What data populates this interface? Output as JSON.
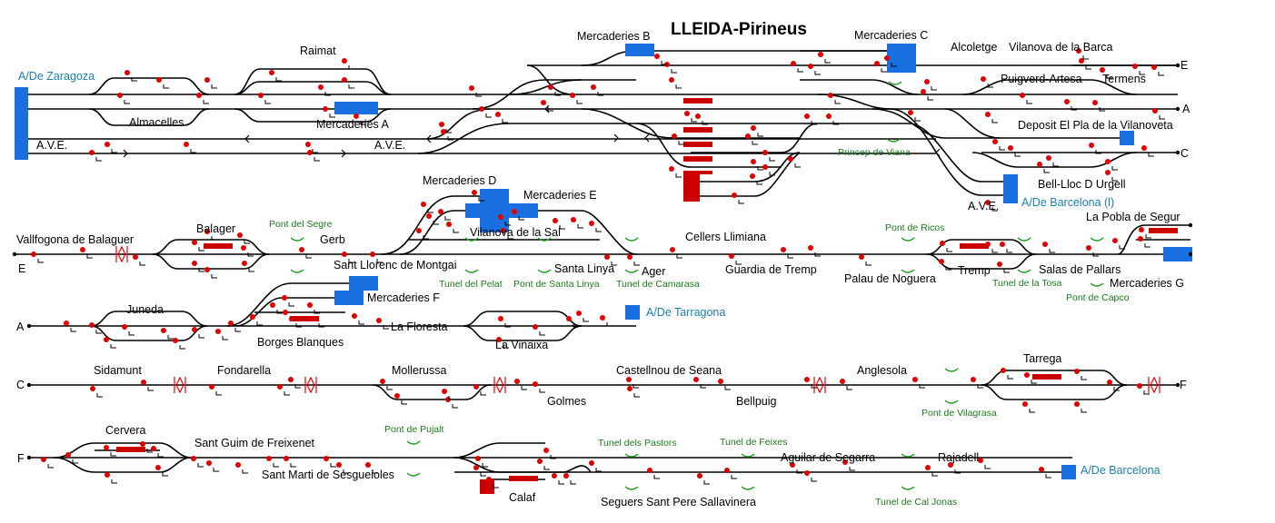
{
  "title": "LLEIDA-Pirineus",
  "colors": {
    "track": "#000000",
    "signal": "#e00000",
    "platform": "#cc0000",
    "freight": "#1a6fe0",
    "link_text": "#1a7fb0",
    "tunnel_text": "#1a7a1a",
    "tunnel_mark": "#1a9a1a"
  },
  "line_ids": {
    "E": "E",
    "A": "A",
    "C": "C",
    "F": "F"
  },
  "stations": {
    "raimat": "Raimat",
    "almacelles": "Almacelles",
    "mercaderies_a": "Mercaderies A",
    "mercaderies_b": "Mercaderies B",
    "mercaderies_c": "Mercaderies C",
    "alcoletge": "Alcoletge",
    "vilanova_barca": "Vilanova de la Barca",
    "puigverd": "Puigverd-Artesa",
    "termens": "Termens",
    "deposit": "Deposit El Pla de la Vilanoveta",
    "bell_lloc": "Bell-Lloc D Urgell",
    "ave_1": "A.V.E.",
    "ave_2": "A.V.E.",
    "ave_3": "A.V.E.",
    "vallfogona": "Vallfogona de Balaguer",
    "balager": "Balager",
    "gerb": "Gerb",
    "mercaderies_d": "Mercaderies D",
    "mercaderies_e": "Mercaderies E",
    "vilanova_sal": "Vilanova de la Sal",
    "sant_llorenc": "Sant Llorenc de Montgai",
    "santa_linya": "Santa Linya",
    "ager": "Ager",
    "cellers": "Cellers Llimiana",
    "guardia": "Guardia de Tremp",
    "palau": "Palau de Noguera",
    "tremp": "Tremp",
    "salas": "Salas de Pallars",
    "pobla": "La Pobla de Segur",
    "mercaderies_g": "Mercaderies G",
    "juneda": "Juneda",
    "borges": "Borges Blanques",
    "mercaderies_f": "Mercaderies F",
    "la_floresta": "La Floresta",
    "vinaixa": "La Vinaixa",
    "sidamunt": "Sidamunt",
    "fondarella": "Fondarella",
    "mollerussa": "Mollerussa",
    "golmes": "Golmes",
    "castellnou": "Castellnou de Seana",
    "bellpuig": "Bellpuig",
    "anglesola": "Anglesola",
    "tarrega": "Tarrega",
    "cervera": "Cervera",
    "sant_guim": "Sant Guim de Freixenet",
    "sant_marti": "Sant Marti de Sesgueioles",
    "calaf": "Calaf",
    "seguers": "Seguers Sant Pere Sallavinera",
    "aguilar": "Aguilar de Segarra",
    "rajadell": "Rajadell"
  },
  "links": {
    "zaragoza": "A/De Zaragoza",
    "barcelona_l": "A/De Barcelona (l)",
    "tarragona": "A/De Tarragona",
    "barcelona": "A/De Barcelona"
  },
  "tunnels": {
    "princep_viana": "Princep de Viana",
    "pont_segre": "Pont del Segre",
    "pont_ricos": "Pont de Ricos",
    "tunel_pelat": "Tunel del Pelat",
    "pont_santa_linya": "Pont de Santa Linya",
    "tunel_camarasa": "Tunel de Camarasa",
    "tunel_tosa": "Tunel de la Tosa",
    "pont_capco": "Pont de Capco",
    "pont_vilagrasa": "Pont de Vilagrasa",
    "pont_pujalt": "Pont de Pujalt",
    "tunel_pastors": "Tunel dels Pastors",
    "tunel_feixes": "Tunel de Feixes",
    "tunel_cal_jonas": "Tunel de Cal Jonas"
  }
}
